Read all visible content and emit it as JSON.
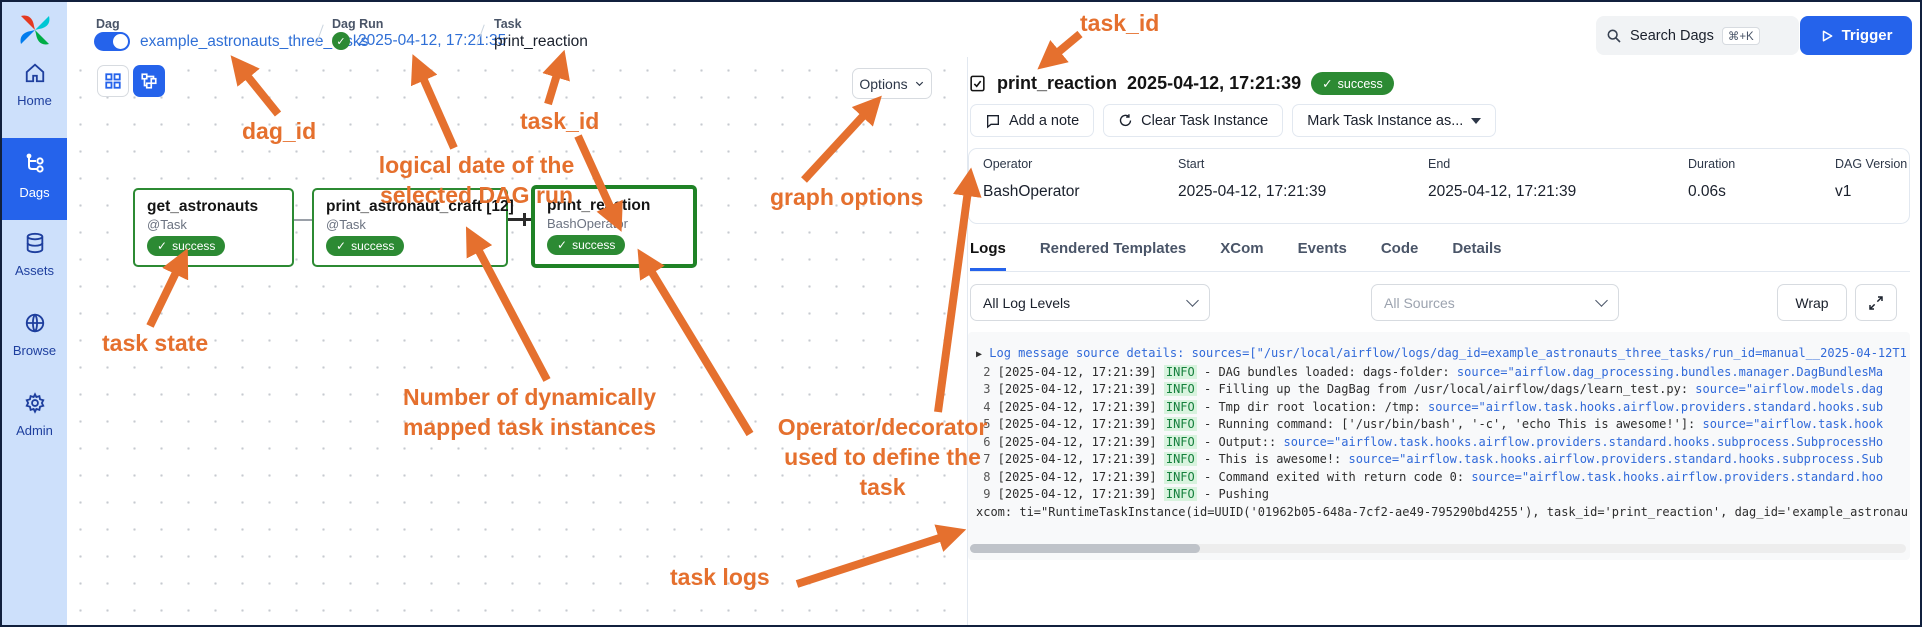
{
  "colors": {
    "accent_blue": "#2563eb",
    "success_green": "#2c8a33",
    "annotation_orange": "#e5702e",
    "link_blue": "#2f6fd6"
  },
  "sidebar": {
    "items": [
      {
        "label": "Home",
        "icon": "home-icon",
        "active": false
      },
      {
        "label": "Dags",
        "icon": "dags-icon",
        "active": true
      },
      {
        "label": "Assets",
        "icon": "database-icon",
        "active": false
      },
      {
        "label": "Browse",
        "icon": "globe-icon",
        "active": false
      },
      {
        "label": "Admin",
        "icon": "gear-icon",
        "active": false
      }
    ]
  },
  "breadcrumb": {
    "dag_label": "Dag",
    "dag_value": "example_astronauts_three_tasks",
    "run_label": "Dag Run",
    "run_value": "2025-04-12, 17:21:35",
    "task_label": "Task",
    "task_value": "print_reaction"
  },
  "topbar": {
    "search_placeholder": "Search Dags",
    "search_shortcut": "⌘+K",
    "trigger_label": "Trigger"
  },
  "graph": {
    "options_label": "Options",
    "nodes": [
      {
        "title": "get_astronauts",
        "subtitle": "@Task",
        "state": "success"
      },
      {
        "title": "print_astronaut_craft [12]",
        "subtitle": "@Task",
        "state": "success"
      },
      {
        "title": "print_reaction",
        "subtitle": "BashOperator",
        "state": "success"
      }
    ]
  },
  "panel": {
    "title": "print_reaction",
    "timestamp": "2025-04-12, 17:21:39",
    "status": "success",
    "actions": {
      "add_note": "Add a note",
      "clear": "Clear Task Instance",
      "mark_as": "Mark Task Instance as..."
    },
    "meta": [
      {
        "label": "Operator",
        "value": "BashOperator"
      },
      {
        "label": "Start",
        "value": "2025-04-12, 17:21:39"
      },
      {
        "label": "End",
        "value": "2025-04-12, 17:21:39"
      },
      {
        "label": "Duration",
        "value": "0.06s"
      },
      {
        "label": "DAG Version",
        "value": "v1"
      }
    ],
    "tabs": [
      "Logs",
      "Rendered Templates",
      "XCom",
      "Events",
      "Code",
      "Details"
    ],
    "active_tab": "Logs",
    "filters": {
      "log_levels": "All Log Levels",
      "sources": "All Sources",
      "wrap_label": "Wrap"
    }
  },
  "logs": {
    "header": {
      "marker": "▶",
      "prefix": "Log message source details:",
      "rest": "sources=[\"/usr/local/airflow/logs/dag_id=example_astronauts_three_tasks/run_id=manual__2025-04-12T1"
    },
    "lines": [
      {
        "num": "2",
        "ts": "[2025-04-12, 17:21:39]",
        "level": "INFO",
        "msg": "- DAG bundles loaded: dags-folder:",
        "src": "source=\"airflow.dag_processing.bundles.manager.DagBundlesMa"
      },
      {
        "num": "3",
        "ts": "[2025-04-12, 17:21:39]",
        "level": "INFO",
        "msg": "- Filling up the DagBag from /usr/local/airflow/dags/learn_test.py:",
        "src": "source=\"airflow.models.dag"
      },
      {
        "num": "4",
        "ts": "[2025-04-12, 17:21:39]",
        "level": "INFO",
        "msg": "- Tmp dir root location: /tmp:",
        "src": "source=\"airflow.task.hooks.airflow.providers.standard.hooks.sub"
      },
      {
        "num": "5",
        "ts": "[2025-04-12, 17:21:39]",
        "level": "INFO",
        "msg": "- Running command: ['/usr/bin/bash', '-c', 'echo This is awesome!']:",
        "src": "source=\"airflow.task.hook"
      },
      {
        "num": "6",
        "ts": "[2025-04-12, 17:21:39]",
        "level": "INFO",
        "msg": "- Output::",
        "src": "source=\"airflow.task.hooks.airflow.providers.standard.hooks.subprocess.SubprocessHo"
      },
      {
        "num": "7",
        "ts": "[2025-04-12, 17:21:39]",
        "level": "INFO",
        "msg": "- This is awesome!:",
        "src": "source=\"airflow.task.hooks.airflow.providers.standard.hooks.subprocess.Sub"
      },
      {
        "num": "8",
        "ts": "[2025-04-12, 17:21:39]",
        "level": "INFO",
        "msg": "- Command exited with return code 0:",
        "src": "source=\"airflow.task.hooks.airflow.providers.standard.hoo"
      },
      {
        "num": "9",
        "ts": "[2025-04-12, 17:21:39]",
        "level": "INFO",
        "msg": "- Pushing",
        "src": ""
      }
    ],
    "xcom_line": "xcom: ti=\"RuntimeTaskInstance(id=UUID('01962b05-648a-7cf2-ae49-795290bd4255'), task_id='print_reaction', dag_id='example_astronau"
  },
  "annotations": [
    {
      "text": "task_id"
    },
    {
      "text": "dag_id"
    },
    {
      "text": "logical date of the\nselected DAG run"
    },
    {
      "text": "task_id"
    },
    {
      "text": "graph options"
    },
    {
      "text": "task state"
    },
    {
      "text": "Number of dynamically\nmapped task instances"
    },
    {
      "text": "Operator/decorator\nused to define the\ntask"
    },
    {
      "text": "task logs"
    }
  ]
}
